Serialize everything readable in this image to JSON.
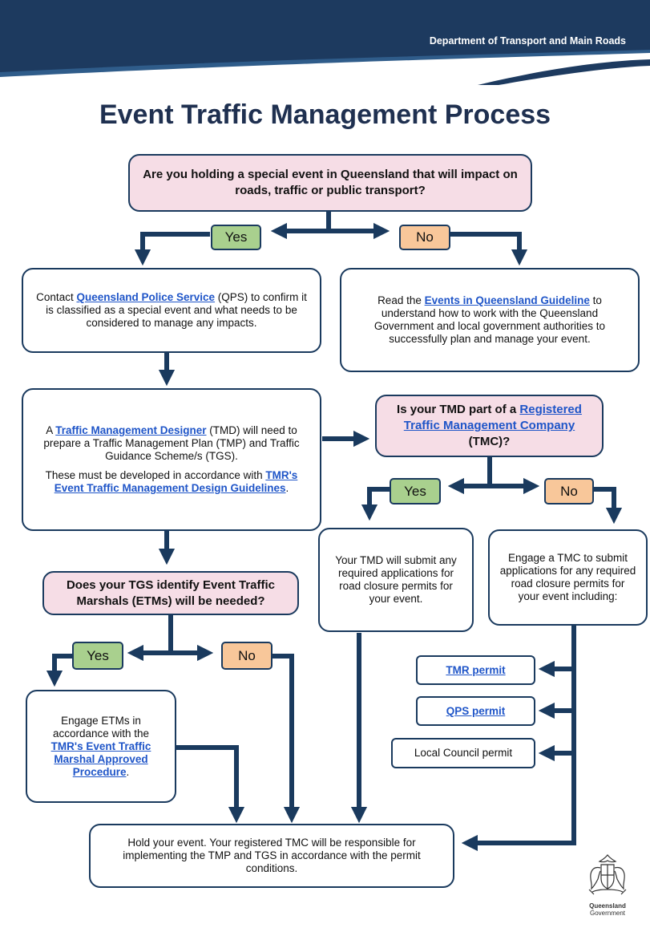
{
  "header": {
    "department": "Department of Transport and Main Roads",
    "title": "Event Traffic Management Process"
  },
  "q1": {
    "text": "Are you holding a special event in Queensland that will impact on roads, traffic or public transport?"
  },
  "labels": {
    "yes": "Yes",
    "no": "No"
  },
  "b_qps": {
    "pre": "Contact ",
    "link": "Queensland Police Service",
    "post": " (QPS) to confirm it is classified as a special event and what needs to be considered to manage any impacts."
  },
  "b_guide": {
    "pre": "Read the ",
    "link": "Events in Queensland Guideline",
    "post": " to understand how to work with the Queensland Government and local government authorities to successfully plan and manage your event."
  },
  "b_tmd": {
    "pre": "A ",
    "link": "Traffic Management Designer",
    "post": " (TMD) will need to prepare a Traffic Management Plan (TMP) and Traffic Guidance Scheme/s (TGS).",
    "pre2": "These must be developed in accordance with ",
    "link2": "TMR's Event Traffic Management Design Guidelines",
    "post2": "."
  },
  "q_tmc": {
    "pre": "Is your TMD part of a ",
    "link": "Registered Traffic Management Company",
    "post": " (TMC)?"
  },
  "b_submit": {
    "text": "Your TMD will submit any required applications for road closure permits for your event."
  },
  "b_engage_tmc": {
    "text": "Engage a TMC to submit applications for any required road closure permits for your event including:"
  },
  "q_etm": {
    "text": "Does your TGS identify Event Traffic Marshals (ETMs) will be needed?"
  },
  "b_etm": {
    "pre": "Engage ETMs in accordance with the ",
    "link": "TMR's Event Traffic Marshal Approved Procedure",
    "post": "."
  },
  "permits": {
    "tmr": "TMR permit",
    "qps": "QPS permit",
    "council": "Local Council permit"
  },
  "b_hold": {
    "text": "Hold your event. Your registered TMC will be responsible for implementing the TMP and TGS in accordance with the permit conditions."
  },
  "logo": {
    "line1": "Queensland",
    "line2": "Government"
  },
  "colors": {
    "navy": "#1a3a5e",
    "banner": "#1d3a5f",
    "question": "#f6dde6",
    "yes": "#a9d08e",
    "no": "#f8c79a",
    "link": "#1f55c8"
  }
}
